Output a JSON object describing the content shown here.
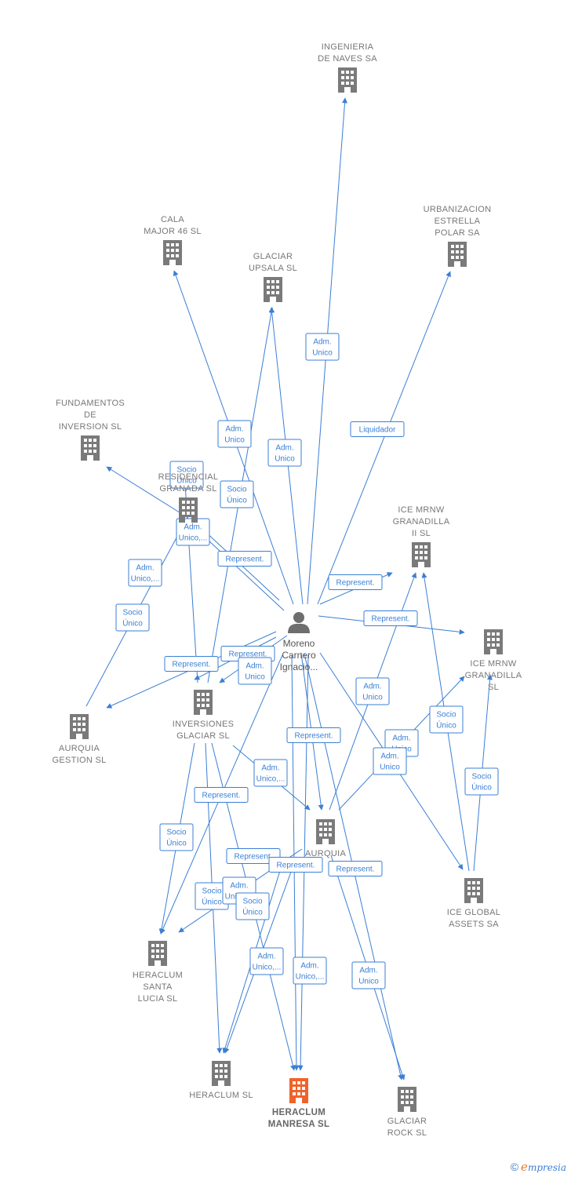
{
  "colors": {
    "edge": "#3a7fd5",
    "building": "#7a7a7a",
    "focus": "#f0622a",
    "text": "#777777"
  },
  "person": {
    "id": "moreno",
    "lines": [
      "Moreno",
      "Carnero",
      "Ignacio..."
    ]
  },
  "nodes": [
    {
      "id": "ingenieria",
      "lines": [
        "INGENIERIA",
        "DE NAVES SA"
      ],
      "icon": "building-icon"
    },
    {
      "id": "cala",
      "lines": [
        "CALA",
        "MAJOR 46  SL"
      ],
      "icon": "building-icon"
    },
    {
      "id": "upsala",
      "lines": [
        "GLACIAR",
        "UPSALA SL"
      ],
      "icon": "building-icon"
    },
    {
      "id": "urbanizacion",
      "lines": [
        "URBANIZACION",
        "ESTRELLA",
        "POLAR SA"
      ],
      "icon": "building-icon"
    },
    {
      "id": "fundamentos",
      "lines": [
        "FUNDAMENTOS",
        "DE",
        "INVERSION  SL"
      ],
      "icon": "building-icon"
    },
    {
      "id": "residencial",
      "lines": [
        "RESIDENCIAL",
        "GRANADA  SL"
      ],
      "icon": "building-icon"
    },
    {
      "id": "icemrnw2",
      "lines": [
        "ICE MRNW",
        "GRANADILLA",
        "II  SL"
      ],
      "icon": "building-icon"
    },
    {
      "id": "icemrnw",
      "lines": [
        "ICE MRNW",
        "GRANADILLA",
        "SL"
      ],
      "icon": "building-icon"
    },
    {
      "id": "inversiones",
      "lines": [
        "INVERSIONES",
        "GLACIAR  SL"
      ],
      "icon": "building-icon"
    },
    {
      "id": "aurquiagestion",
      "lines": [
        "AURQUIA",
        "GESTION  SL"
      ],
      "icon": "building-icon"
    },
    {
      "id": "aurquia",
      "lines": [
        "AURQUIA"
      ],
      "icon": "building-icon"
    },
    {
      "id": "iceglobal",
      "lines": [
        "ICE GLOBAL",
        "ASSETS SA"
      ],
      "icon": "building-icon"
    },
    {
      "id": "santalucia",
      "lines": [
        "HERACLUM",
        "SANTA",
        "LUCIA  SL"
      ],
      "icon": "building-icon"
    },
    {
      "id": "heraclum",
      "lines": [
        "HERACLUM  SL"
      ],
      "icon": "building-icon"
    },
    {
      "id": "manresa",
      "lines": [
        "HERACLUM",
        "MANRESA  SL"
      ],
      "icon": "building-icon",
      "focus": true
    },
    {
      "id": "glaciarrock",
      "lines": [
        "GLACIAR",
        "ROCK  SL"
      ],
      "icon": "building-icon"
    }
  ],
  "edges": [
    {
      "from": "moreno",
      "to": "ingenieria",
      "lines": [
        "Adm.",
        "Unico"
      ]
    },
    {
      "from": "moreno",
      "to": "urbanizacion",
      "lines": [
        "Liquidador"
      ]
    },
    {
      "from": "moreno",
      "to": "cala",
      "lines": [
        "Adm.",
        "Unico"
      ]
    },
    {
      "from": "moreno",
      "to": "upsala",
      "lines": [
        "Adm.",
        "Unico"
      ]
    },
    {
      "from": "inversiones",
      "to": "upsala",
      "lines": [
        "Socio",
        "Único"
      ]
    },
    {
      "from": "inversiones",
      "to": "cala",
      "lines": [
        "Socio",
        "Único"
      ]
    },
    {
      "from": "moreno",
      "to": "residencial",
      "lines": [
        "Adm.",
        "Unico,..."
      ]
    },
    {
      "from": "moreno",
      "to": "residencial",
      "lines": [
        "Represent."
      ]
    },
    {
      "from": "residencial",
      "to": "fundamentos",
      "lines": [
        "Adm.",
        "Unico,..."
      ]
    },
    {
      "from": "aurquiagestion",
      "to": "residencial",
      "lines": [
        "Socio",
        "Único"
      ]
    },
    {
      "from": "moreno",
      "to": "icemrnw2",
      "lines": [
        "Represent."
      ]
    },
    {
      "from": "moreno",
      "to": "icemrnw",
      "lines": [
        "Represent."
      ]
    },
    {
      "from": "moreno",
      "to": "inversiones",
      "lines": [
        "Represent."
      ]
    },
    {
      "from": "moreno",
      "to": "aurquiagestion",
      "lines": [
        "Represent."
      ]
    },
    {
      "from": "moreno",
      "to": "inversiones",
      "lines": [
        "Adm.",
        "Unico"
      ]
    },
    {
      "from": "aurquia",
      "to": "icemrnw2",
      "lines": [
        "Adm.",
        "Unico"
      ]
    },
    {
      "from": "aurquia",
      "to": "icemrnw",
      "lines": [
        "Adm.",
        "Unico"
      ]
    },
    {
      "from": "iceglobal",
      "to": "icemrnw",
      "lines": [
        "Socio",
        "Único"
      ]
    },
    {
      "from": "iceglobal",
      "to": "icemrnw2",
      "lines": [
        "Socio",
        "Único"
      ]
    },
    {
      "from": "moreno",
      "to": "iceglobal",
      "lines": [
        "Adm.",
        "Unico"
      ]
    },
    {
      "from": "moreno",
      "to": "aurquia",
      "lines": [
        "Represent."
      ]
    },
    {
      "from": "inversiones",
      "to": "aurquia",
      "lines": [
        "Adm.",
        "Unico,..."
      ]
    },
    {
      "from": "moreno",
      "to": "santalucia",
      "lines": [
        "Represent."
      ]
    },
    {
      "from": "inversiones",
      "to": "santalucia",
      "lines": [
        "Socio",
        "Único"
      ]
    },
    {
      "from": "aurquia",
      "to": "santalucia",
      "lines": [
        "Represent."
      ]
    },
    {
      "from": "aurquia",
      "to": "heraclum",
      "lines": [
        "Represent."
      ]
    },
    {
      "from": "inversiones",
      "to": "heraclum",
      "lines": [
        "Socio",
        "Único"
      ]
    },
    {
      "from": "inversiones",
      "to": "manresa",
      "lines": [
        "Adm.",
        "Unico,..."
      ]
    },
    {
      "from": "inversiones",
      "to": "manresa",
      "lines": [
        "Socio",
        "Único"
      ]
    },
    {
      "from": "moreno",
      "to": "heraclum",
      "lines": [
        "Adm.",
        "Unico,..."
      ]
    },
    {
      "from": "moreno",
      "to": "manresa",
      "lines": [
        "Adm.",
        "Unico,..."
      ]
    },
    {
      "from": "moreno",
      "to": "glaciarrock",
      "lines": [
        "Adm.",
        "Unico"
      ]
    },
    {
      "from": "aurquia",
      "to": "glaciarrock",
      "lines": [
        "Represent."
      ]
    }
  ],
  "footer": {
    "copyright": "©",
    "brand_initial": "e",
    "brand_rest": "mpresia"
  }
}
